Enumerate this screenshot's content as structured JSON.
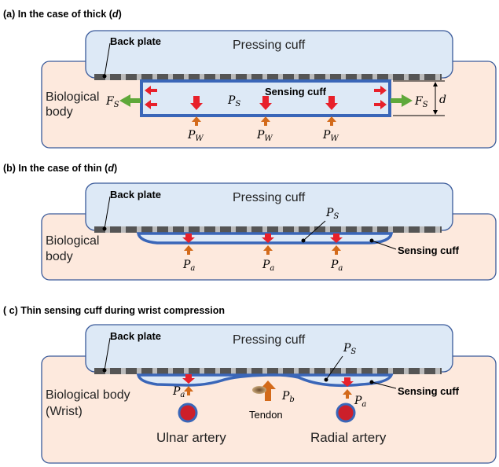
{
  "panel_a": {
    "heading": "(a) In the case of thick (",
    "heading_var": "d",
    "heading_end": ")",
    "back_plate": "Back plate",
    "pressing_cuff": "Pressing cuff",
    "body_line1": "Biological",
    "body_line2": "body",
    "sensing_cuff": "Sensing cuff",
    "fs_left": "F",
    "fs_right": "F",
    "fs_sub": "S",
    "ps": "P",
    "ps_sub": "S",
    "d": "d",
    "pw": "P",
    "pw_sub": "W"
  },
  "panel_b": {
    "heading": "(b) In the case of thin (",
    "heading_var": "d",
    "heading_end": ")",
    "back_plate": "Back plate",
    "pressing_cuff": "Pressing cuff",
    "body_line1": "Biological",
    "body_line2": "body",
    "sensing_cuff": "Sensing cuff",
    "ps": "P",
    "ps_sub": "S",
    "pa": "P",
    "pa_sub": "a"
  },
  "panel_c": {
    "heading": "( c) Thin sensing cuff during wrist compression",
    "back_plate": "Back plate",
    "pressing_cuff": "Pressing cuff",
    "body_line1": "Biological body",
    "body_line2": "(Wrist)",
    "sensing_cuff": "Sensing cuff",
    "ps": "P",
    "ps_sub": "S",
    "pa": "P",
    "pa_sub": "a",
    "pb": "P",
    "pb_sub": "b",
    "tendon": "Tendon",
    "ulnar": "Ulnar artery",
    "radial": "Radial artery"
  },
  "colors": {
    "body_fill": "#fde9dd",
    "cuff_fill": "#dde9f6",
    "outline": "#3a5a9a",
    "plate_dark": "#555555",
    "plate_light": "#bbbbbb",
    "sensing_blue": "#3a66b8",
    "red_arrow": "#e8202a",
    "orange_arrow": "#d36a1a",
    "green_arrow": "#5fa83a",
    "artery": "#cc1f2a"
  }
}
